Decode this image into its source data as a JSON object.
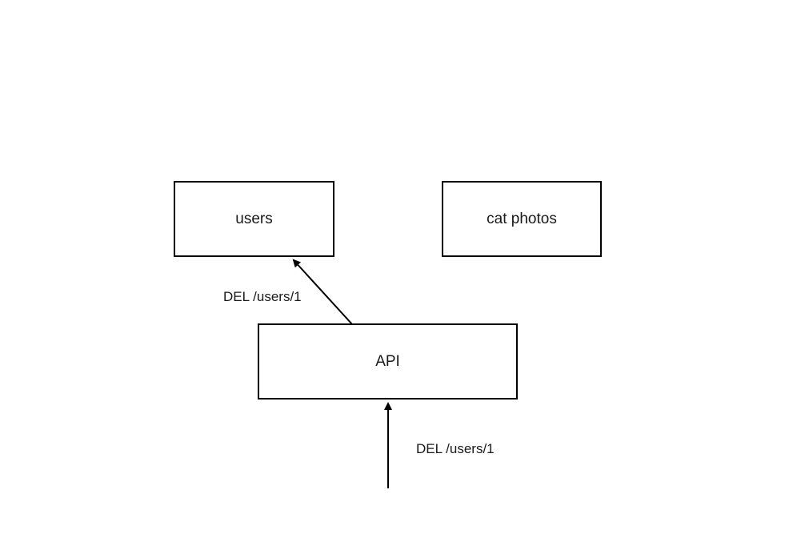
{
  "diagram": {
    "nodes": [
      {
        "id": "users",
        "label": "users"
      },
      {
        "id": "cat_photos",
        "label": "cat photos"
      },
      {
        "id": "api",
        "label": "API"
      }
    ],
    "edges": [
      {
        "from": "api",
        "to": "users",
        "label": "DEL /users/1"
      },
      {
        "from": "external",
        "to": "api",
        "label": "DEL /users/1"
      }
    ],
    "colors": {
      "stroke": "#000000",
      "text": "#1a1a1a",
      "background": "#ffffff"
    }
  }
}
